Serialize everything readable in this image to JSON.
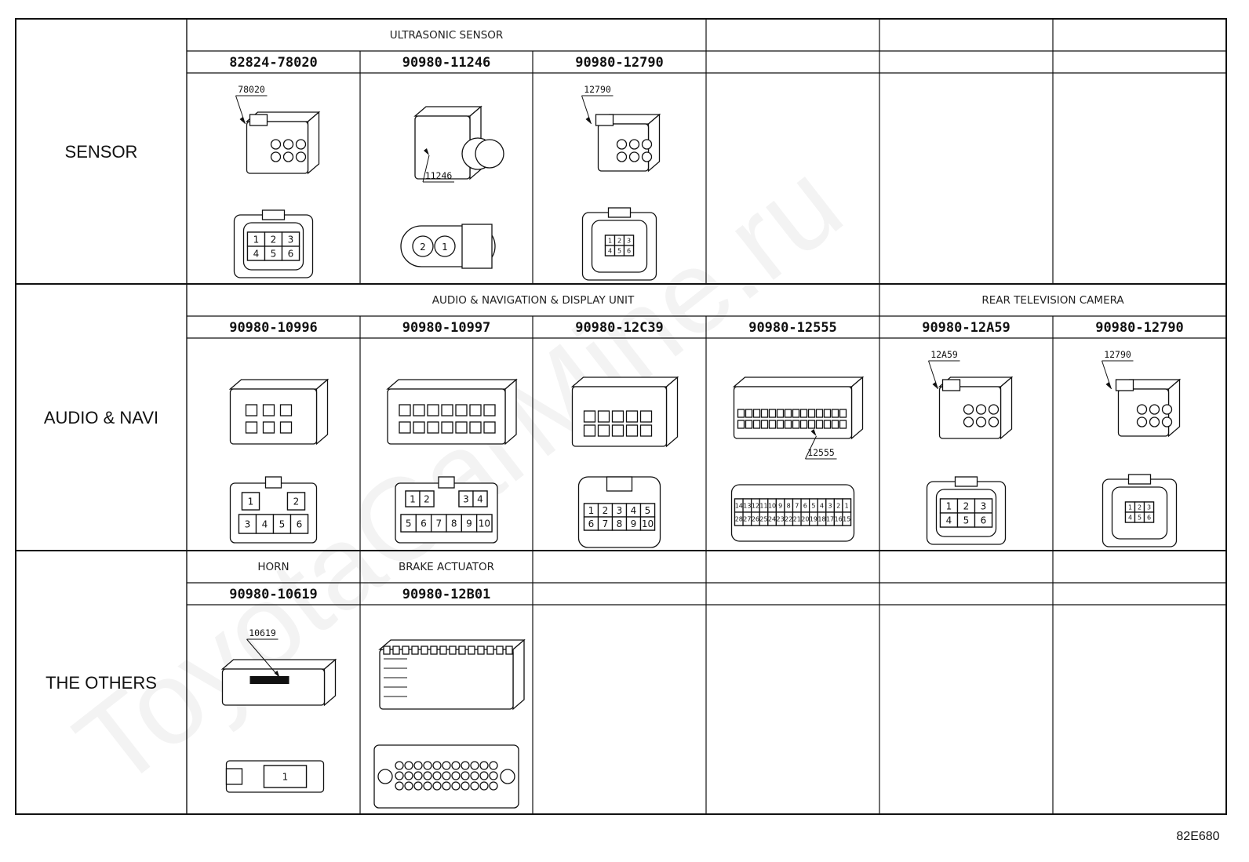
{
  "watermark": "ToyotaCarMine.ru",
  "figure_code": "82E680",
  "sections": [
    {
      "category": "SENSOR",
      "groups": [
        {
          "label": "ULTRASONIC SENSOR",
          "span": 3
        },
        {
          "label": "",
          "span": 1
        },
        {
          "label": "",
          "span": 1
        },
        {
          "label": "",
          "span": 1
        }
      ],
      "parts": [
        {
          "number": "82824-78020",
          "callout": "78020",
          "type": "sensor6",
          "pins": [
            "1",
            "2",
            "3",
            "4",
            "5",
            "6"
          ]
        },
        {
          "number": "90980-11246",
          "callout": "11246",
          "type": "round2",
          "pins": [
            "2",
            "1"
          ]
        },
        {
          "number": "90980-12790",
          "callout": "12790",
          "type": "sensor6small",
          "pins": [
            "1",
            "2",
            "3",
            "4",
            "5",
            "6"
          ]
        },
        null,
        null,
        null
      ]
    },
    {
      "category": "AUDIO & NAVI",
      "groups": [
        {
          "label": "AUDIO & NAVIGATION & DISPLAY UNIT",
          "span": 4
        },
        {
          "label": "REAR TELEVISION CAMERA",
          "span": 2
        }
      ],
      "parts": [
        {
          "number": "90980-10996",
          "callout": "",
          "type": "block6",
          "pins": [
            "1",
            "2",
            "3",
            "4",
            "5",
            "6"
          ]
        },
        {
          "number": "90980-10997",
          "callout": "",
          "type": "block10",
          "pins": [
            "1",
            "2",
            "3",
            "4",
            "5",
            "6",
            "7",
            "8",
            "9",
            "10"
          ]
        },
        {
          "number": "90980-12C39",
          "callout": "",
          "type": "grid10",
          "pins": [
            "1",
            "2",
            "3",
            "4",
            "5",
            "6",
            "7",
            "8",
            "9",
            "10"
          ]
        },
        {
          "number": "90980-12555",
          "callout": "12555",
          "type": "grid28",
          "pins": [
            "14",
            "13",
            "12",
            "11",
            "10",
            "9",
            "8",
            "7",
            "6",
            "5",
            "4",
            "3",
            "2",
            "1",
            "28",
            "27",
            "26",
            "25",
            "24",
            "23",
            "22",
            "21",
            "20",
            "19",
            "18",
            "17",
            "16",
            "15"
          ]
        },
        {
          "number": "90980-12A59",
          "callout": "12A59",
          "type": "sensor6",
          "pins": [
            "1",
            "2",
            "3",
            "4",
            "5",
            "6"
          ]
        },
        {
          "number": "90980-12790",
          "callout": "12790",
          "type": "sensor6small",
          "pins": [
            "1",
            "2",
            "3",
            "4",
            "5",
            "6"
          ]
        }
      ]
    },
    {
      "category": "THE OTHERS",
      "groups": [
        {
          "label": "HORN",
          "span": 1
        },
        {
          "label": "BRAKE ACTUATOR",
          "span": 1
        },
        {
          "label": "",
          "span": 1
        },
        {
          "label": "",
          "span": 1
        },
        {
          "label": "",
          "span": 1
        },
        {
          "label": "",
          "span": 1
        }
      ],
      "parts": [
        {
          "number": "90980-10619",
          "callout": "10619",
          "type": "single1",
          "pins": [
            "1"
          ]
        },
        {
          "number": "90980-12B01",
          "callout": "",
          "type": "actuator",
          "pins": []
        },
        null,
        null,
        null,
        null
      ]
    }
  ]
}
